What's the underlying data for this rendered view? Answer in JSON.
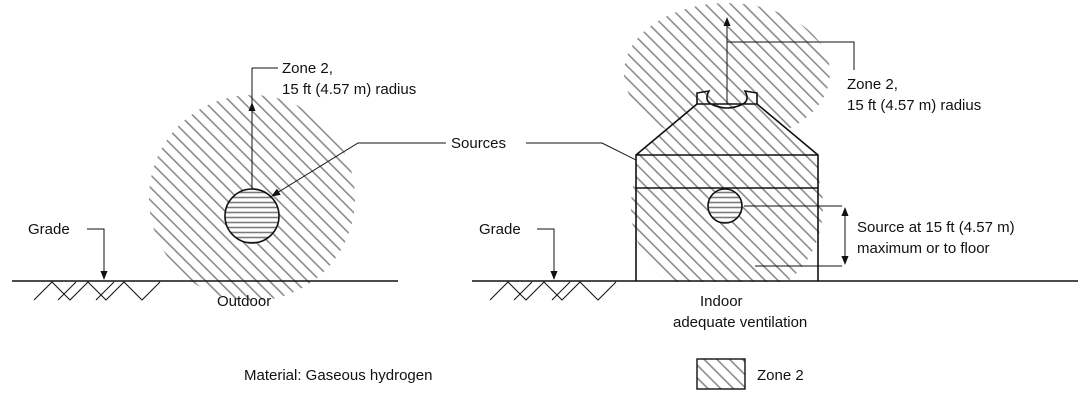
{
  "outdoor": {
    "zone_label_line1": "Zone 2,",
    "zone_label_line2": "15 ft (4.57 m) radius",
    "grade_label": "Grade",
    "location_label": "Outdoor"
  },
  "indoor": {
    "zone_label_line1": "Zone 2,",
    "zone_label_line2": "15 ft (4.57 m) radius",
    "grade_label": "Grade",
    "location_label_line1": "Indoor",
    "location_label_line2": "adequate ventilation",
    "source_height_line1": "Source at 15 ft (4.57 m)",
    "source_height_line2": "maximum or to floor"
  },
  "sources_label": "Sources",
  "material_label": "Material: Gaseous hydrogen",
  "legend": {
    "label": "Zone 2"
  }
}
